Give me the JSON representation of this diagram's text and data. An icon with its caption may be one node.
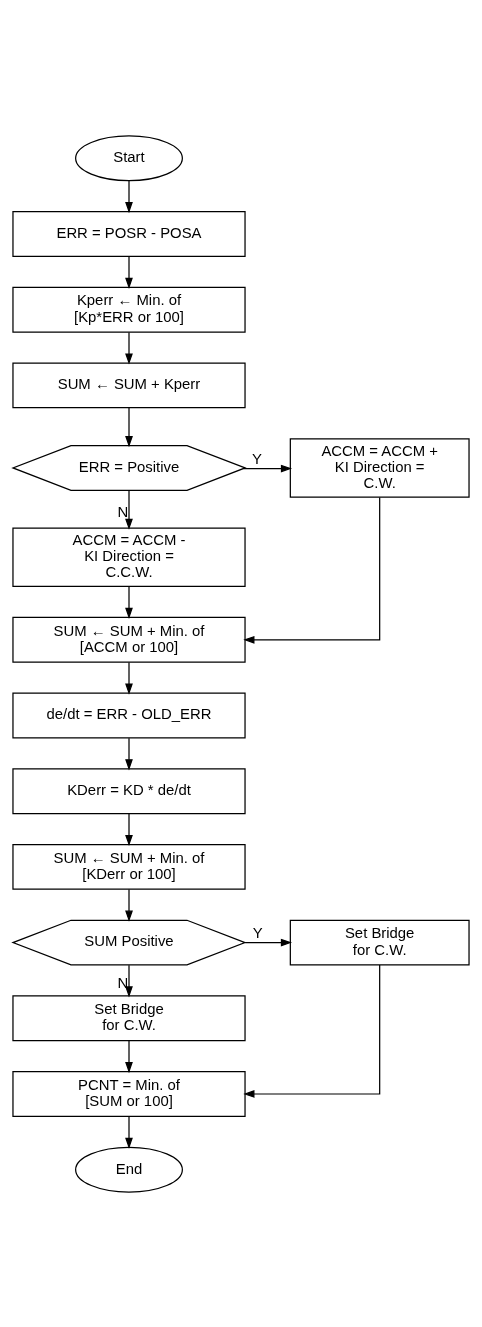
{
  "diagram": {
    "nodes": [
      {
        "text": [
          "Start"
        ]
      },
      {
        "text": [
          "ERR = POSR - POSA"
        ]
      },
      {
        "text": [
          "Kperr ← Min. of [Kp*ERR or 100]"
        ]
      },
      {
        "text": [
          "SUM ← SUM + Kperr"
        ]
      },
      {
        "text": [
          "ERR = Positive"
        ]
      },
      {
        "text": [
          "ACCM = ACCM + KI Direction = C.W."
        ]
      },
      {
        "text": [
          "ACCM = ACCM - KI Direction = C.C.W."
        ]
      },
      {
        "text": [
          "SUM ← SUM + Min. of [ACCM or 100]"
        ]
      },
      {
        "text": [
          "de/dt = ERR - OLD_ERR"
        ]
      },
      {
        "text": [
          "KDerr = KD * de/dt"
        ]
      },
      {
        "text": [
          "SUM ← SUM + Min. of [KDerr or 100]"
        ]
      },
      {
        "text": [
          "SUM Positive"
        ]
      },
      {
        "text": [
          "Set Bridge for C.W."
        ]
      },
      {
        "text": [
          "Set Bridge for C.W."
        ]
      },
      {
        "text": [
          "PCNT = Min. of [SUM or 100]"
        ]
      },
      {
        "text": [
          "End"
        ]
      }
    ],
    "edges": [
      {
        "from": 0,
        "to": 1,
        "arrow": "to"
      },
      {
        "from": 1,
        "to": 2,
        "arrow": "to"
      },
      {
        "from": 2,
        "to": 3,
        "arrow": "to"
      },
      {
        "from": 3,
        "to": 4,
        "arrow": "to"
      },
      {
        "from": 4,
        "to": 5,
        "arrow": "to",
        "label": "Y"
      },
      {
        "from": 4,
        "to": 6,
        "arrow": "to",
        "label": "N"
      },
      {
        "from": 6,
        "to": 7,
        "arrow": "to"
      },
      {
        "from": 5,
        "to": 7,
        "arrow": "to"
      },
      {
        "from": 7,
        "to": 8,
        "arrow": "to"
      },
      {
        "from": 8,
        "to": 9,
        "arrow": "to"
      },
      {
        "from": 9,
        "to": 10,
        "arrow": "to"
      },
      {
        "from": 10,
        "to": 11,
        "arrow": "to"
      },
      {
        "from": 11,
        "to": 12,
        "arrow": "to",
        "label": "Y"
      },
      {
        "from": 11,
        "to": 13,
        "arrow": "to",
        "label": "N"
      },
      {
        "from": 13,
        "to": 14,
        "arrow": "to"
      },
      {
        "from": 12,
        "to": 14,
        "arrow": "to"
      },
      {
        "from": 14,
        "to": 15,
        "arrow": "to"
      }
    ]
  }
}
